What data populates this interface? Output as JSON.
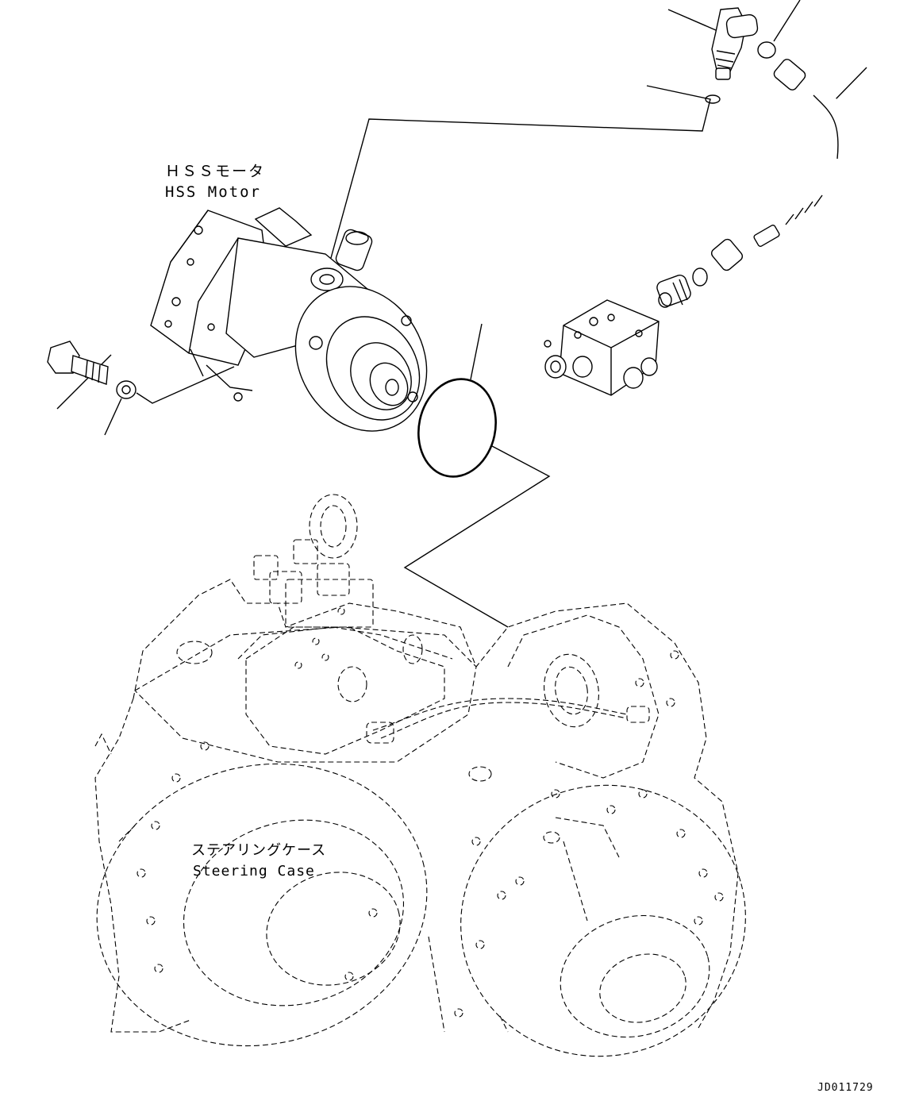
{
  "labels": {
    "motor_ja": "ＨＳＳモータ",
    "motor_en": "HSS Motor",
    "case_ja": "ステアリングケース",
    "case_en": "Steering Case"
  },
  "figure_code": "JD011729"
}
